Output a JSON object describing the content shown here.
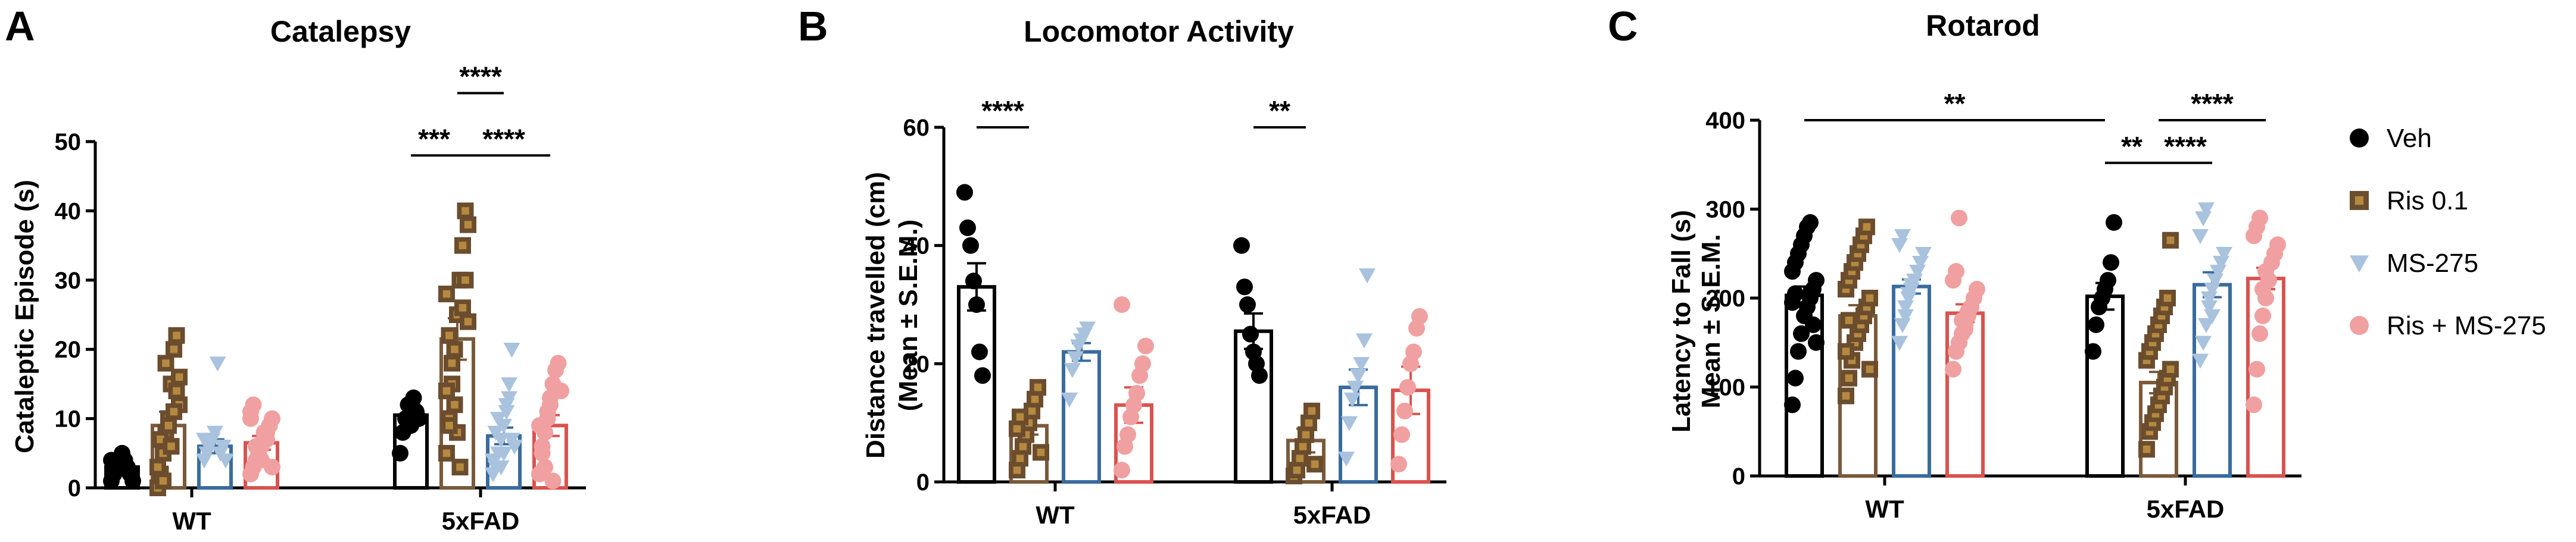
{
  "colors": {
    "veh": "#000000",
    "ris_bar": "#7a5a3a",
    "ris_marker_fill": "#b5893f",
    "ris_marker_edge": "#6b4d2e",
    "ms_bar": "#3a6b9e",
    "ms_marker": "#a9c2de",
    "combo_bar": "#d9534f",
    "combo_marker": "#f0a0a0"
  },
  "legend": {
    "items": [
      {
        "label": "Veh",
        "key": "veh",
        "marker": "circle"
      },
      {
        "label": "Ris 0.1",
        "key": "ris",
        "marker": "square"
      },
      {
        "label": "MS-275",
        "key": "ms",
        "marker": "triangle"
      },
      {
        "label": "Ris + MS-275",
        "key": "combo",
        "marker": "circle"
      }
    ]
  },
  "chart_data": [
    {
      "panel": "A",
      "type": "bar",
      "title": "Catalepsy",
      "ylabel": "Cataleptic Episode (s)",
      "ylim": [
        0,
        50
      ],
      "yticks": [
        0,
        10,
        20,
        30,
        40,
        50
      ],
      "groups": [
        "WT",
        "5xFAD"
      ],
      "series": [
        {
          "name": "Veh",
          "key": "veh",
          "values": [
            3,
            10.5
          ],
          "sem": [
            0.8,
            1.5
          ],
          "points": [
            [
              1,
              2,
              3,
              4,
              5,
              4,
              3,
              2,
              1,
              4
            ],
            [
              5,
              8,
              10,
              12,
              9,
              13,
              11,
              10
            ]
          ]
        },
        {
          "name": "Ris 0.1",
          "key": "ris",
          "values": [
            9,
            21.5
          ],
          "sem": [
            2,
            3
          ],
          "points": [
            [
              0,
              2,
              5,
              8,
              10,
              15,
              20,
              22,
              12,
              3,
              7,
              1,
              18,
              9,
              6,
              11,
              14,
              16
            ],
            [
              5,
              10,
              15,
              20,
              25,
              30,
              35,
              40,
              38,
              28,
              22,
              18,
              12,
              8,
              3,
              26,
              30,
              24,
              14,
              9
            ]
          ]
        },
        {
          "name": "MS-275",
          "key": "ms",
          "values": [
            6,
            7.5
          ],
          "sem": [
            1,
            1.2
          ],
          "points": [
            [
              4,
              5,
              6,
              7,
              8,
              18,
              5,
              6,
              4,
              7
            ],
            [
              2,
              3,
              5,
              7,
              9,
              12,
              15,
              20,
              6,
              4,
              8,
              10,
              3,
              5,
              11,
              13,
              7
            ]
          ]
        },
        {
          "name": "Ris + MS-275",
          "key": "combo",
          "values": [
            6.5,
            9
          ],
          "sem": [
            1,
            1.5
          ],
          "points": [
            [
              2,
              3,
              4,
              5,
              6,
              7,
              8,
              9,
              10,
              11,
              12,
              6,
              5,
              4,
              8,
              7,
              9,
              3,
              10
            ],
            [
              2,
              5,
              8,
              10,
              12,
              15,
              17,
              18,
              14,
              9,
              6,
              3,
              11,
              13,
              1
            ]
          ]
        }
      ],
      "significance": [
        {
          "label": "***",
          "from": [
            1,
            0
          ],
          "to": [
            1,
            1
          ],
          "y": 48
        },
        {
          "label": "****",
          "from": [
            1,
            1
          ],
          "to": [
            1,
            3
          ],
          "y": 48
        },
        {
          "label": "****",
          "from": [
            1,
            1
          ],
          "to": [
            1,
            2
          ],
          "y": 57
        }
      ]
    },
    {
      "panel": "B",
      "type": "bar",
      "title": "Locomotor Activity",
      "ylabel": "Distance travelled (cm)",
      "ylabel2": "(Mean ± S.E.M.)",
      "ylim": [
        0,
        60
      ],
      "yticks": [
        0,
        20,
        40,
        60
      ],
      "groups": [
        "WT",
        "5xFAD"
      ],
      "series": [
        {
          "name": "Veh",
          "key": "veh",
          "values": [
            33,
            25.5
          ],
          "sem": [
            4,
            3
          ],
          "points": [
            [
              49,
              43,
              40,
              34,
              30,
              22,
              18
            ],
            [
              40,
              33,
              30,
              25,
              22,
              20,
              18
            ]
          ]
        },
        {
          "name": "Ris 0.1",
          "key": "ris",
          "values": [
            9.5,
            7
          ],
          "sem": [
            1.5,
            2
          ],
          "points": [
            [
              2,
              4,
              6,
              8,
              10,
              12,
              14,
              16,
              5,
              9,
              11
            ],
            [
              1,
              2,
              4,
              6,
              8,
              10,
              12,
              3
            ]
          ]
        },
        {
          "name": "MS-275",
          "key": "ms",
          "values": [
            22,
            16
          ],
          "sem": [
            1.5,
            3
          ],
          "points": [
            [
              14,
              19,
              21,
              23,
              24,
              25,
              26
            ],
            [
              4,
              10,
              14,
              16,
              18,
              20,
              24,
              35
            ]
          ]
        },
        {
          "name": "Ris + MS-275",
          "key": "combo",
          "values": [
            13,
            15.5
          ],
          "sem": [
            3,
            4
          ],
          "points": [
            [
              2,
              6,
              8,
              11,
              13,
              15,
              18,
              20,
              23,
              30
            ],
            [
              3,
              8,
              12,
              16,
              20,
              22,
              26,
              28
            ]
          ]
        }
      ],
      "significance": [
        {
          "label": "****",
          "from": [
            0,
            0
          ],
          "to": [
            0,
            1
          ],
          "y": 60
        },
        {
          "label": "**",
          "from": [
            1,
            0
          ],
          "to": [
            1,
            1
          ],
          "y": 60
        }
      ]
    },
    {
      "panel": "C",
      "type": "bar",
      "title": "Rotarod",
      "ylabel": "Latency to Fall (s)",
      "ylabel2": "Mean ± S.E.M.",
      "ylim": [
        0,
        400
      ],
      "yticks": [
        0,
        100,
        200,
        300,
        400
      ],
      "groups": [
        "WT",
        "5xFAD"
      ],
      "series": [
        {
          "name": "Veh",
          "key": "veh",
          "values": [
            203,
            202
          ],
          "sem": [
            10,
            15
          ],
          "points": [
            [
              80,
              110,
              140,
              160,
              180,
              190,
              200,
              210,
              220,
              230,
              240,
              250,
              260,
              270,
              280,
              285,
              170,
              150,
              195,
              205
            ],
            [
              140,
              170,
              190,
              200,
              210,
              220,
              240,
              285
            ]
          ]
        },
        {
          "name": "Ris 0.1",
          "key": "ris",
          "values": [
            180,
            105
          ],
          "sem": [
            12,
            12
          ],
          "points": [
            [
              90,
              110,
              130,
              150,
              160,
              170,
              180,
              190,
              200,
              210,
              220,
              230,
              240,
              250,
              260,
              270,
              280,
              120,
              140,
              175
            ],
            [
              30,
              50,
              60,
              70,
              80,
              90,
              100,
              110,
              120,
              130,
              140,
              150,
              160,
              170,
              180,
              190,
              200,
              265
            ]
          ]
        },
        {
          "name": "MS-275",
          "key": "ms",
          "values": [
            213,
            215
          ],
          "sem": [
            8,
            14
          ],
          "points": [
            [
              150,
              170,
              190,
              200,
              210,
              220,
              230,
              240,
              250,
              260,
              270,
              180,
              205,
              215
            ],
            [
              130,
              150,
              170,
              190,
              210,
              220,
              230,
              240,
              250,
              270,
              290,
              300,
              200,
              180
            ]
          ]
        },
        {
          "name": "Ris + MS-275",
          "key": "combo",
          "values": [
            183,
            222
          ],
          "sem": [
            10,
            12
          ],
          "points": [
            [
              120,
              140,
              150,
              160,
              170,
              180,
              190,
              200,
              210,
              220,
              230,
              290,
              175,
              165,
              185
            ],
            [
              80,
              120,
              160,
              180,
              200,
              220,
              240,
              250,
              260,
              270,
              280,
              290,
              210,
              230
            ]
          ]
        }
      ],
      "significance": [
        {
          "label": "**",
          "from": [
            0,
            0
          ],
          "to": [
            1,
            0
          ],
          "y": 400
        },
        {
          "label": "****",
          "from": [
            1,
            1
          ],
          "to": [
            1,
            3
          ],
          "y": 400
        },
        {
          "label": "**",
          "from": [
            1,
            0
          ],
          "to": [
            1,
            1
          ],
          "y": 352
        },
        {
          "label": "****",
          "from": [
            1,
            1
          ],
          "to": [
            1,
            2
          ],
          "y": 352
        }
      ]
    }
  ]
}
